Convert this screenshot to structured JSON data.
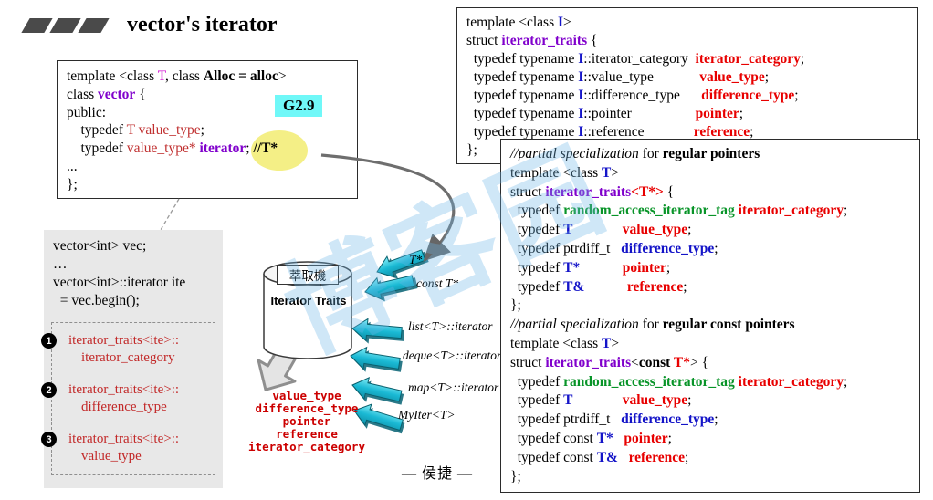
{
  "title": "vector's iterator",
  "badge": "G2.9",
  "signature": "— 侯捷 —",
  "watermark": {
    "main": "博客园"
  },
  "vector_box": [
    [
      [
        "n",
        "template <class "
      ],
      [
        "mag",
        "T"
      ],
      [
        "n",
        ", class "
      ],
      [
        "b",
        "Alloc = alloc"
      ],
      [
        "n",
        ">"
      ]
    ],
    [
      [
        "n",
        "class "
      ],
      [
        "purple",
        "vector"
      ],
      [
        "n",
        " {"
      ]
    ],
    [
      [
        "n",
        "public:"
      ]
    ],
    [
      [
        "n",
        "    typedef "
      ],
      [
        "redn",
        "T value_type"
      ],
      [
        "n",
        ";"
      ]
    ],
    [
      [
        "n",
        "    typedef "
      ],
      [
        "redn",
        "value_type* "
      ],
      [
        "purple",
        "iterator"
      ],
      [
        "n",
        "; "
      ],
      [
        "b",
        "//T*"
      ]
    ],
    [
      [
        "n",
        "..."
      ]
    ],
    [
      [
        "n",
        "};"
      ]
    ]
  ],
  "usage_code": [
    [
      [
        "n",
        "vector<int> vec;"
      ]
    ],
    [
      [
        "n",
        "…"
      ]
    ],
    [
      [
        "n",
        "vector<int>::iterator ite"
      ]
    ],
    [
      [
        "n",
        "  = vec.begin();"
      ]
    ]
  ],
  "queries": [
    {
      "num": "1",
      "l1": "iterator_traits<ite>::",
      "l2": "iterator_category"
    },
    {
      "num": "2",
      "l1": "iterator_traits<ite>::",
      "l2": "difference_type"
    },
    {
      "num": "3",
      "l1": "iterator_traits<ite>::",
      "l2": "value_type"
    }
  ],
  "traits_primary": [
    [
      [
        "n",
        "template <class "
      ],
      [
        "blue",
        "I"
      ],
      [
        "n",
        ">"
      ]
    ],
    [
      [
        "n",
        "struct "
      ],
      [
        "purple",
        "iterator_traits"
      ],
      [
        "n",
        " {"
      ]
    ],
    [
      [
        "n",
        "  typedef typename "
      ],
      [
        "blue",
        "I"
      ],
      [
        "n",
        "::iterator_category  "
      ],
      [
        "red",
        "iterator_category"
      ],
      [
        "n",
        ";"
      ]
    ],
    [
      [
        "n",
        "  typedef typename "
      ],
      [
        "blue",
        "I"
      ],
      [
        "n",
        "::value_type             "
      ],
      [
        "red",
        "value_type"
      ],
      [
        "n",
        ";"
      ]
    ],
    [
      [
        "n",
        "  typedef typename "
      ],
      [
        "blue",
        "I"
      ],
      [
        "n",
        "::difference_type      "
      ],
      [
        "red",
        "difference_type"
      ],
      [
        "n",
        ";"
      ]
    ],
    [
      [
        "n",
        "  typedef typename "
      ],
      [
        "blue",
        "I"
      ],
      [
        "n",
        "::pointer                  "
      ],
      [
        "red",
        "pointer"
      ],
      [
        "n",
        ";"
      ]
    ],
    [
      [
        "n",
        "  typedef typename "
      ],
      [
        "blue",
        "I"
      ],
      [
        "n",
        "::reference              "
      ],
      [
        "red",
        "reference"
      ],
      [
        "n",
        ";"
      ]
    ],
    [
      [
        "n",
        "};"
      ]
    ]
  ],
  "traits_special": [
    [
      [
        "i",
        "//partial specialization "
      ],
      [
        "n",
        "for "
      ],
      [
        "b",
        "regular pointers"
      ]
    ],
    [
      [
        "n",
        "template <class "
      ],
      [
        "blue",
        "T"
      ],
      [
        "n",
        ">"
      ]
    ],
    [
      [
        "n",
        "struct "
      ],
      [
        "purple",
        "iterator_traits"
      ],
      [
        "red",
        "<T*>"
      ],
      [
        "n",
        " {"
      ]
    ],
    [
      [
        "n",
        "  typedef "
      ],
      [
        "green",
        "random_access_iterator_tag"
      ],
      [
        "n",
        " "
      ],
      [
        "red",
        "iterator_category"
      ],
      [
        "n",
        ";"
      ]
    ],
    [
      [
        "n",
        "  typedef "
      ],
      [
        "blue",
        "T"
      ],
      [
        "n",
        "              "
      ],
      [
        "red",
        "value_type"
      ],
      [
        "n",
        ";"
      ]
    ],
    [
      [
        "n",
        "  typedef ptrdiff_t   "
      ],
      [
        "blue",
        "difference_type"
      ],
      [
        "n",
        ";"
      ]
    ],
    [
      [
        "n",
        "  typedef "
      ],
      [
        "blue",
        "T*"
      ],
      [
        "n",
        "            "
      ],
      [
        "red",
        "pointer"
      ],
      [
        "n",
        ";"
      ]
    ],
    [
      [
        "n",
        "  typedef "
      ],
      [
        "blue",
        "T&"
      ],
      [
        "n",
        "            "
      ],
      [
        "red",
        "reference"
      ],
      [
        "n",
        ";"
      ]
    ],
    [
      [
        "n",
        "};"
      ]
    ],
    [
      [
        "i",
        "//partial specialization "
      ],
      [
        "n",
        "for "
      ],
      [
        "b",
        "regular const pointers"
      ]
    ],
    [
      [
        "n",
        "template <class "
      ],
      [
        "blue",
        "T"
      ],
      [
        "n",
        ">"
      ]
    ],
    [
      [
        "n",
        "struct "
      ],
      [
        "purple",
        "iterator_traits"
      ],
      [
        "n",
        "<"
      ],
      [
        "b",
        "const "
      ],
      [
        "red",
        "T*"
      ],
      [
        "n",
        "> {"
      ]
    ],
    [
      [
        "n",
        "  typedef "
      ],
      [
        "green",
        "random_access_iterator_tag"
      ],
      [
        "n",
        " "
      ],
      [
        "red",
        "iterator_category"
      ],
      [
        "n",
        ";"
      ]
    ],
    [
      [
        "n",
        "  typedef "
      ],
      [
        "blue",
        "T"
      ],
      [
        "n",
        "              "
      ],
      [
        "red",
        "value_type"
      ],
      [
        "n",
        ";"
      ]
    ],
    [
      [
        "n",
        "  typedef ptrdiff_t   "
      ],
      [
        "blue",
        "difference_type"
      ],
      [
        "n",
        ";"
      ]
    ],
    [
      [
        "n",
        "  typedef const "
      ],
      [
        "blue",
        "T*"
      ],
      [
        "n",
        "   "
      ],
      [
        "red",
        "pointer"
      ],
      [
        "n",
        ";"
      ]
    ],
    [
      [
        "n",
        "  typedef const "
      ],
      [
        "blue",
        "T&"
      ],
      [
        "n",
        "   "
      ],
      [
        "red",
        "reference"
      ],
      [
        "n",
        ";"
      ]
    ],
    [
      [
        "n",
        "};"
      ]
    ]
  ],
  "machine": {
    "label": "萃取機",
    "title": "Iterator Traits",
    "inputs": [
      "T*",
      "const T*",
      "list<T>::iterator",
      "deque<T>::iterator",
      "map<T>::iterator",
      "MyIter<T>"
    ],
    "outputs": [
      "value_type",
      "difference_type",
      "pointer",
      "reference",
      "iterator_category"
    ]
  }
}
